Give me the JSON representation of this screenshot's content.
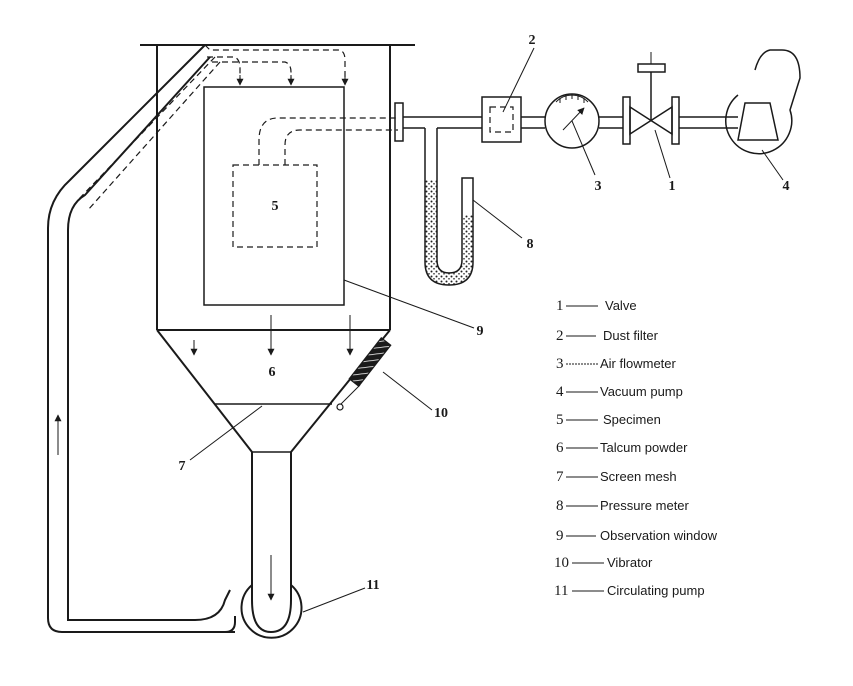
{
  "diagram": {
    "callouts": {
      "c1": "1",
      "c2": "2",
      "c3": "3",
      "c4": "4",
      "c5": "5",
      "c6": "6",
      "c7": "7",
      "c8": "8",
      "c9": "9",
      "c10": "10",
      "c11": "11"
    }
  },
  "legend": [
    {
      "num": "1",
      "label": "Valve"
    },
    {
      "num": "2",
      "label": "Dust filter"
    },
    {
      "num": "3",
      "label": "Air flowmeter"
    },
    {
      "num": "4",
      "label": "Vacuum pump"
    },
    {
      "num": "5",
      "label": "Specimen"
    },
    {
      "num": "6",
      "label": "Talcum powder"
    },
    {
      "num": "7",
      "label": "Screen mesh"
    },
    {
      "num": "8",
      "label": "Pressure meter"
    },
    {
      "num": "9",
      "label": "Observation window"
    },
    {
      "num": "10",
      "label": "Vibrator"
    },
    {
      "num": "11",
      "label": "Circulating pump"
    }
  ]
}
